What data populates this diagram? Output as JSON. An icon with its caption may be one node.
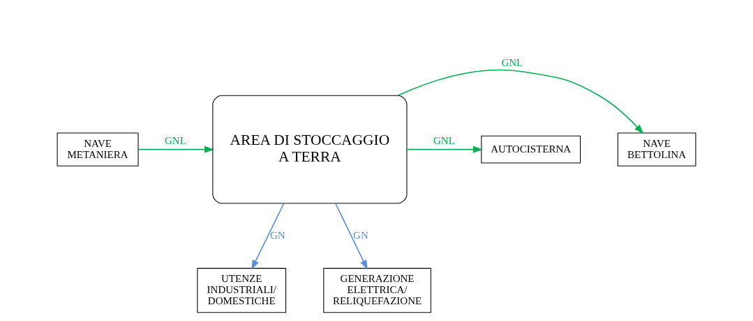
{
  "diagram": {
    "nodes": [
      {
        "text": [
          "NAVE METANIERA"
        ]
      },
      {
        "text": [
          "NAVE BETTOLINA"
        ]
      },
      {
        "text": [
          "AREA DI STOCCAGGIO A TERRA"
        ]
      },
      {
        "text": [
          "AUTOCISTERNA"
        ]
      },
      {
        "text": [
          "UTENZE INDUSTRIALI/ DOMESTICHE"
        ]
      },
      {
        "text": [
          "GENERAZIONE ELETTRICA/ RELIQUEFAZIONE"
        ]
      }
    ],
    "edges": [
      {
        "from": 0,
        "to": 2,
        "arrow": "to",
        "label": "GNL"
      },
      {
        "from": 2,
        "to": 1,
        "arrow": "to",
        "label": "GNL"
      },
      {
        "from": 2,
        "to": 3,
        "arrow": "to",
        "label": "GNL"
      },
      {
        "from": 2,
        "to": 4,
        "arrow": "to",
        "label": "GN",
        "color": "#5b8fd6"
      },
      {
        "from": 2,
        "to": 5,
        "arrow": "to",
        "label": "GN",
        "color": "#5b8fd6"
      }
    ]
  }
}
